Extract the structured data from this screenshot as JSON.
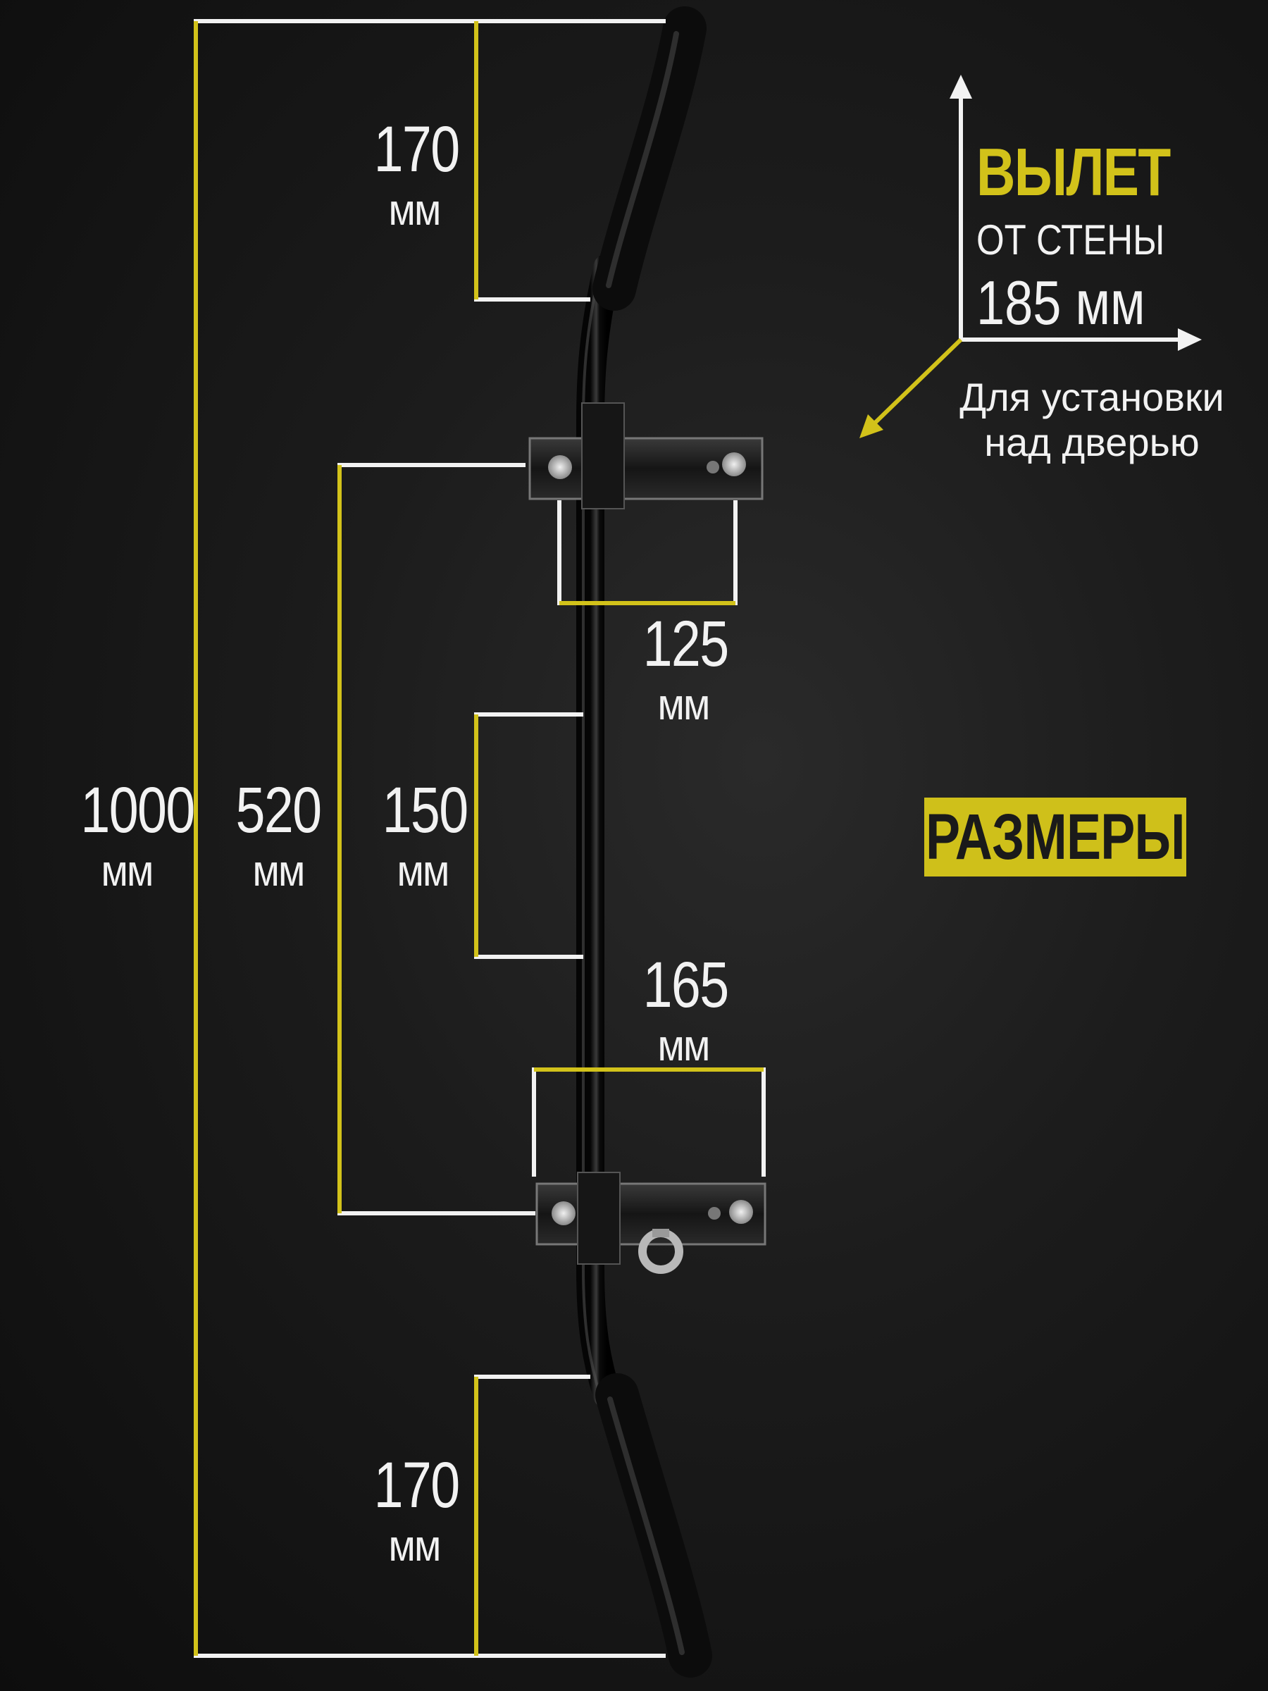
{
  "colors": {
    "accent": "#d2c21a",
    "line": "#f2f2f2",
    "background": "#1a1a1a"
  },
  "dimensions": {
    "overall": {
      "value": "1000",
      "unit": "мм"
    },
    "mount_spacing": {
      "value": "520",
      "unit": "мм"
    },
    "top_grip": {
      "value": "170",
      "unit": "мм"
    },
    "bottom_grip": {
      "value": "170",
      "unit": "мм"
    },
    "middle": {
      "value": "150",
      "unit": "мм"
    },
    "upper_bracket": {
      "value": "125",
      "unit": "мм"
    },
    "lower_bracket": {
      "value": "165",
      "unit": "мм"
    }
  },
  "offset": {
    "title": "ВЫЛЕТ",
    "subtitle": "ОТ СТЕНЫ",
    "value": "185 мм"
  },
  "note": {
    "line1": "Для установки",
    "line2": "над дверью"
  },
  "badge": "РАЗМЕРЫ"
}
